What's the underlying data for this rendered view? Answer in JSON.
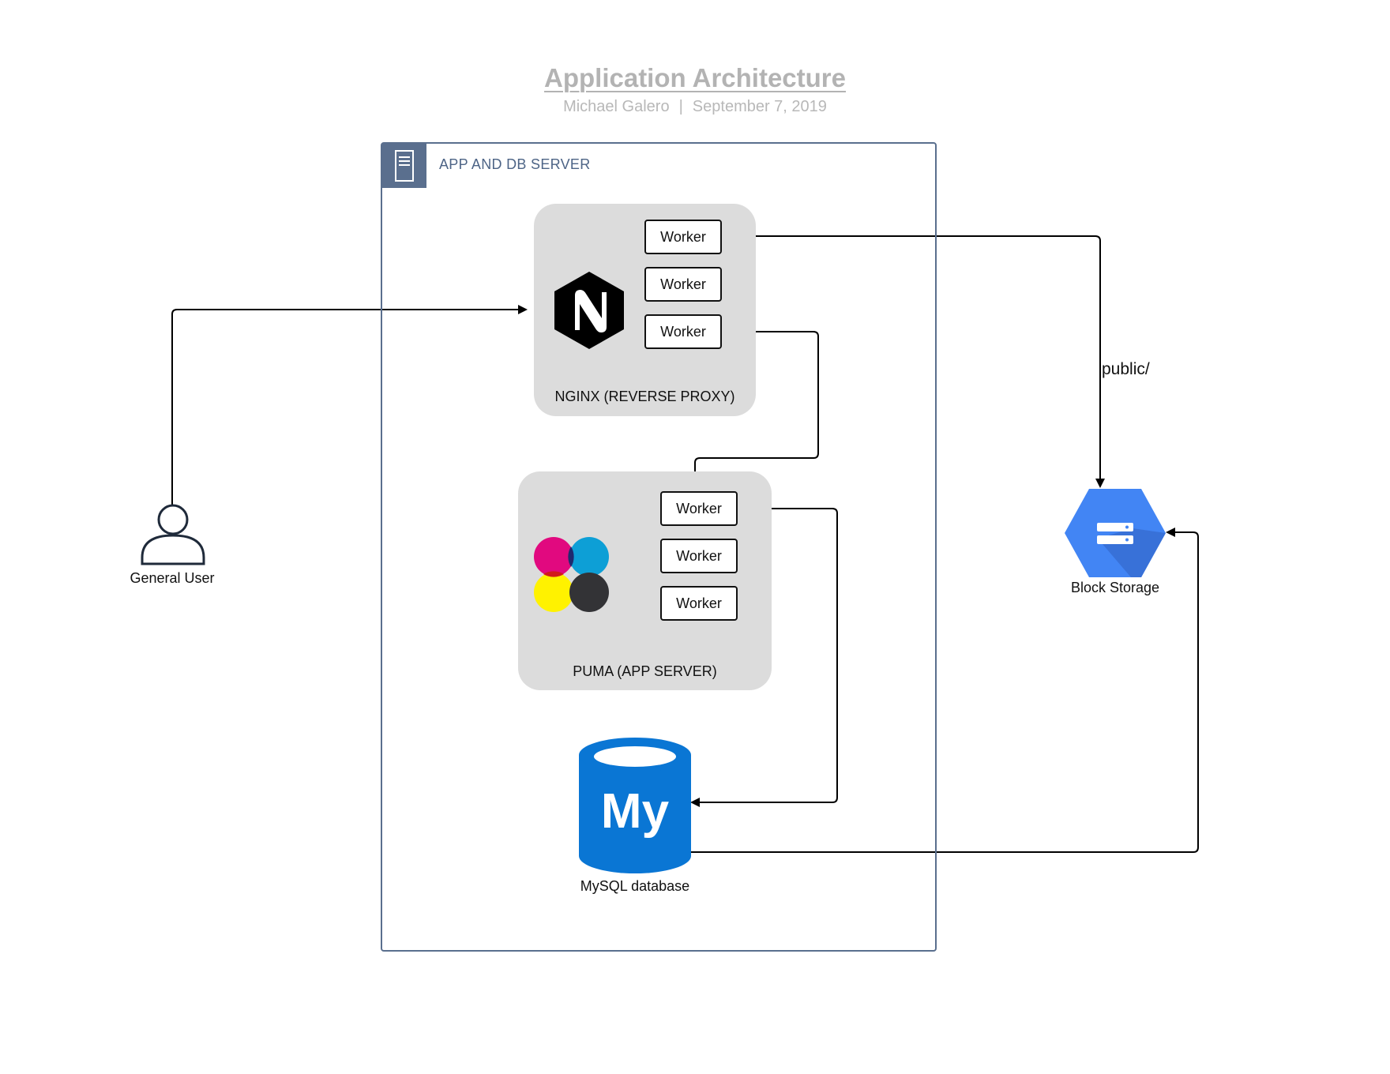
{
  "diagram": {
    "title": "Application Architecture",
    "author": "Michael Galero",
    "separator": "|",
    "date": "September 7, 2019",
    "server_group": {
      "label": "APP AND DB SERVER",
      "icon": "server-icon"
    },
    "nginx": {
      "label": "NGINX (REVERSE PROXY)",
      "icon": "nginx-logo-icon",
      "workers": [
        "Worker",
        "Worker",
        "Worker"
      ]
    },
    "puma": {
      "label": "PUMA (APP SERVER)",
      "icon": "puma-cmyk-circles-icon",
      "workers": [
        "Worker",
        "Worker",
        "Worker"
      ]
    },
    "mysql": {
      "label": "MySQL database",
      "icon": "mysql-cylinder-icon",
      "logo_text": "My"
    },
    "user": {
      "label": "General User",
      "icon": "user-icon"
    },
    "storage": {
      "label": "Block Storage",
      "icon": "block-storage-hexagon-icon"
    },
    "edge_labels": {
      "public_path": "public/"
    },
    "colors": {
      "group_border": "#5a6f8e",
      "panel_fill": "#dcdcdc",
      "mysql_blue": "#0a76d4",
      "storage_blue": "#4285f4",
      "title_gray": "#b3b3b3"
    }
  }
}
